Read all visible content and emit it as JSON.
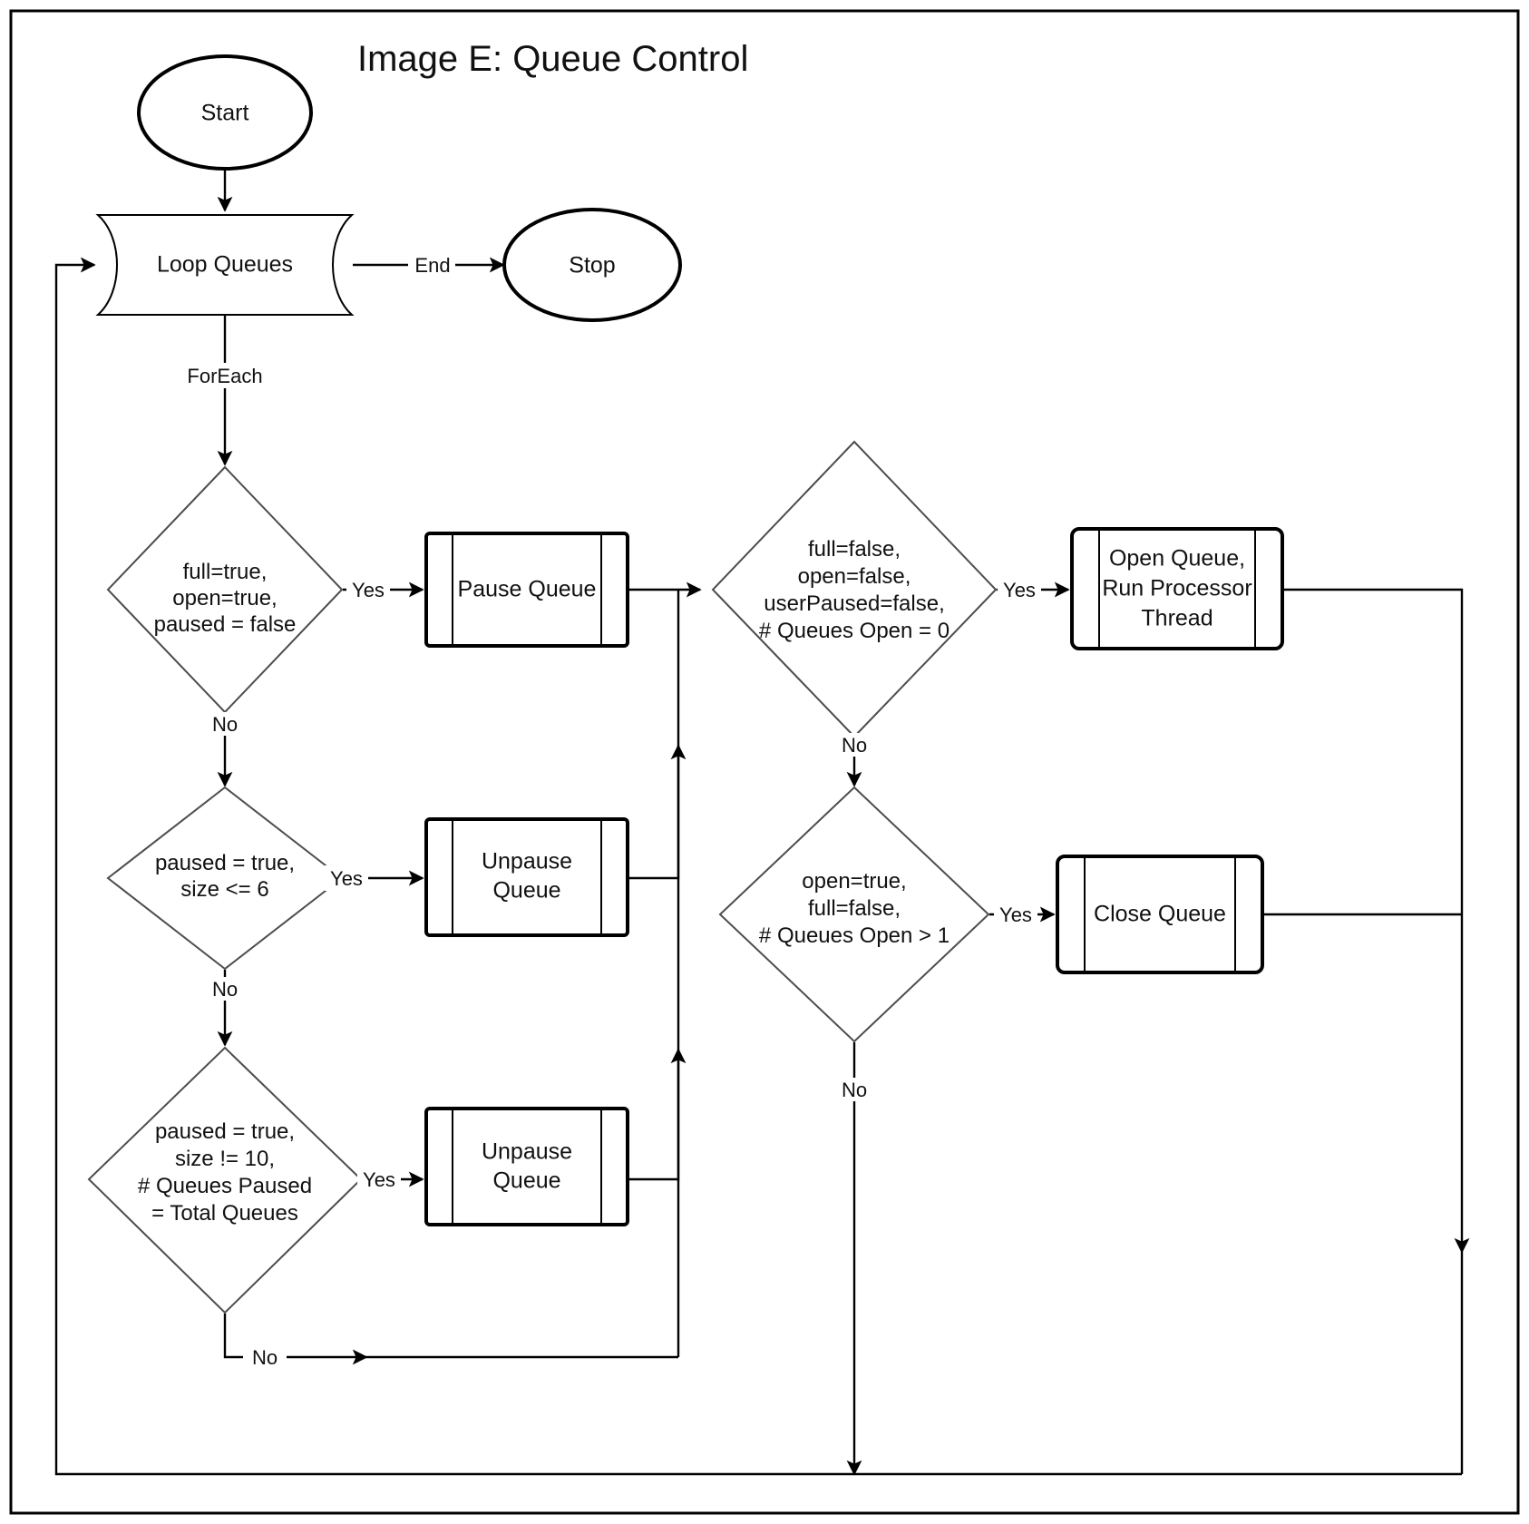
{
  "title": "Image E: Queue Control",
  "nodes": {
    "start": {
      "label": "Start",
      "shape": "terminator-ellipse"
    },
    "stop": {
      "label": "Stop",
      "shape": "terminator-ellipse"
    },
    "loop": {
      "label": "Loop Queues",
      "shape": "loop-limit"
    },
    "decision_full_open_notpaused": {
      "lines": [
        "full=true,",
        "open=true,",
        "paused = false"
      ],
      "shape": "decision-diamond"
    },
    "decision_paused_size_le6": {
      "lines": [
        "paused = true,",
        "size <= 6"
      ],
      "shape": "decision-diamond"
    },
    "decision_paused_size_ne10": {
      "lines": [
        "paused = true,",
        "size != 10,",
        "# Queues Paused",
        "= Total Queues"
      ],
      "shape": "decision-diamond"
    },
    "decision_queues_open_zero": {
      "lines": [
        "full=false,",
        "open=false,",
        "userPaused=false,",
        "# Queues Open = 0"
      ],
      "shape": "decision-diamond"
    },
    "decision_queues_open_gt1": {
      "lines": [
        "open=true,",
        "full=false,",
        "# Queues Open > 1"
      ],
      "shape": "decision-diamond"
    },
    "pause_queue": {
      "lines": [
        "Pause Queue"
      ],
      "shape": "subprocess"
    },
    "unpause_queue_1": {
      "lines": [
        "Unpause",
        "Queue"
      ],
      "shape": "subprocess"
    },
    "unpause_queue_2": {
      "lines": [
        "Unpause",
        "Queue"
      ],
      "shape": "subprocess"
    },
    "open_queue": {
      "lines": [
        "Open Queue,",
        "Run Processor",
        "Thread"
      ],
      "shape": "subprocess"
    },
    "close_queue": {
      "lines": [
        "Close Queue"
      ],
      "shape": "subprocess"
    }
  },
  "edge_labels": {
    "end": "End",
    "foreach": "ForEach",
    "yes_1": "Yes",
    "no_1": "No",
    "yes_2": "Yes",
    "no_2": "No",
    "yes_3": "Yes",
    "no_3": "No",
    "yes_4": "Yes",
    "no_4": "No",
    "yes_5": "Yes",
    "no_5": "No"
  },
  "colors": {
    "stroke": "#000000",
    "diamond_stroke": "#4d4d4d",
    "fill": "#ffffff",
    "text": "#111111"
  }
}
